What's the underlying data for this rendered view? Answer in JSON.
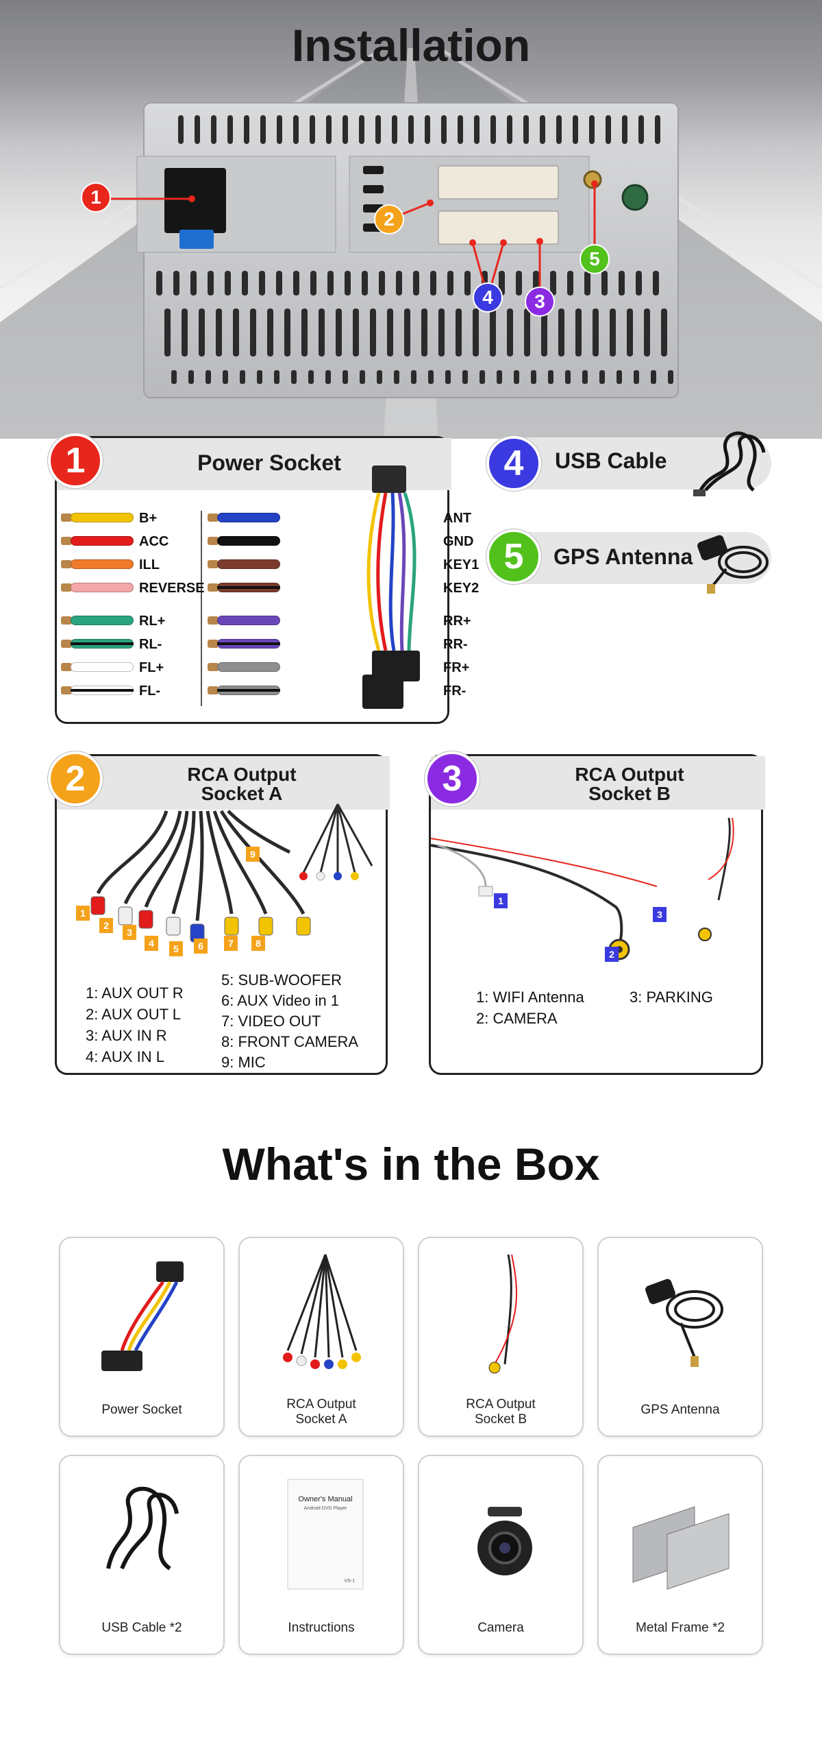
{
  "install_title": "Installation",
  "colors": {
    "red": "#e8261c",
    "orange": "#f5a21b",
    "purple": "#8a2be2",
    "blue": "#3a3ae0",
    "green": "#52c11c"
  },
  "callouts": [
    "1",
    "2",
    "3",
    "4",
    "5"
  ],
  "power_socket": {
    "num": "1",
    "title": "Power Socket",
    "left_wires": [
      {
        "label": "B+",
        "color": "#f2c300"
      },
      {
        "label": "ACC",
        "color": "#e21b1b"
      },
      {
        "label": "ILL",
        "color": "#f07a2b"
      },
      {
        "label": "REVERSE",
        "color": "#f4a6a8"
      },
      {
        "label": "RL+",
        "color": "#2aa37e"
      },
      {
        "label": "RL-",
        "color": "#2aa37e",
        "stripe": true
      },
      {
        "label": "FL+",
        "color": "#ffffff"
      },
      {
        "label": "FL-",
        "color": "#ffffff",
        "stripe": true
      }
    ],
    "right_wires": [
      {
        "label": "ANT",
        "color": "#2443c6"
      },
      {
        "label": "GND",
        "color": "#111111"
      },
      {
        "label": "KEY1",
        "color": "#7b3b2e"
      },
      {
        "label": "KEY2",
        "color": "#7b3b2e",
        "stripe": true
      },
      {
        "label": "RR+",
        "color": "#6a47b8"
      },
      {
        "label": "RR-",
        "color": "#6a47b8",
        "stripe": true
      },
      {
        "label": "FR+",
        "color": "#8e8e8e"
      },
      {
        "label": "FR-",
        "color": "#8e8e8e",
        "stripe": true
      }
    ]
  },
  "usb_cable": {
    "num": "4",
    "title": "USB Cable"
  },
  "gps_antenna": {
    "num": "5",
    "title": "GPS Antenna"
  },
  "rca_a": {
    "num": "2",
    "title_line1": "RCA Output",
    "title_line2": "Socket A",
    "plug_numbers": [
      "1",
      "2",
      "3",
      "4",
      "5",
      "6",
      "7",
      "8",
      "9"
    ],
    "items_left": [
      "1: AUX OUT R",
      "2: AUX OUT L",
      "3: AUX IN R",
      "4: AUX IN L"
    ],
    "items_right": [
      "5: SUB-WOOFER",
      "6: AUX Video in 1",
      "7: VIDEO OUT",
      "8: FRONT CAMERA",
      "9: MIC"
    ]
  },
  "rca_b": {
    "num": "3",
    "title_line1": "RCA Output",
    "title_line2": "Socket B",
    "plug_numbers": [
      "1",
      "2",
      "3"
    ],
    "items_left": [
      "1: WIFI Antenna",
      "2: CAMERA"
    ],
    "items_right": [
      "3: PARKING"
    ]
  },
  "box_title": "What's in the Box",
  "box_items": [
    {
      "label1": "Power Socket",
      "label2": ""
    },
    {
      "label1": "RCA Output",
      "label2": "Socket A"
    },
    {
      "label1": "RCA Output",
      "label2": "Socket B"
    },
    {
      "label1": "GPS Antenna",
      "label2": ""
    },
    {
      "label1": "USB Cable  *2",
      "label2": ""
    },
    {
      "label1": "Instructions",
      "label2": ""
    },
    {
      "label1": "Camera",
      "label2": ""
    },
    {
      "label1": "Metal Frame  *2",
      "label2": ""
    }
  ],
  "manual": {
    "title": "Owner's Manual",
    "subtitle": "Android DVD Player",
    "code": "VS-1"
  }
}
